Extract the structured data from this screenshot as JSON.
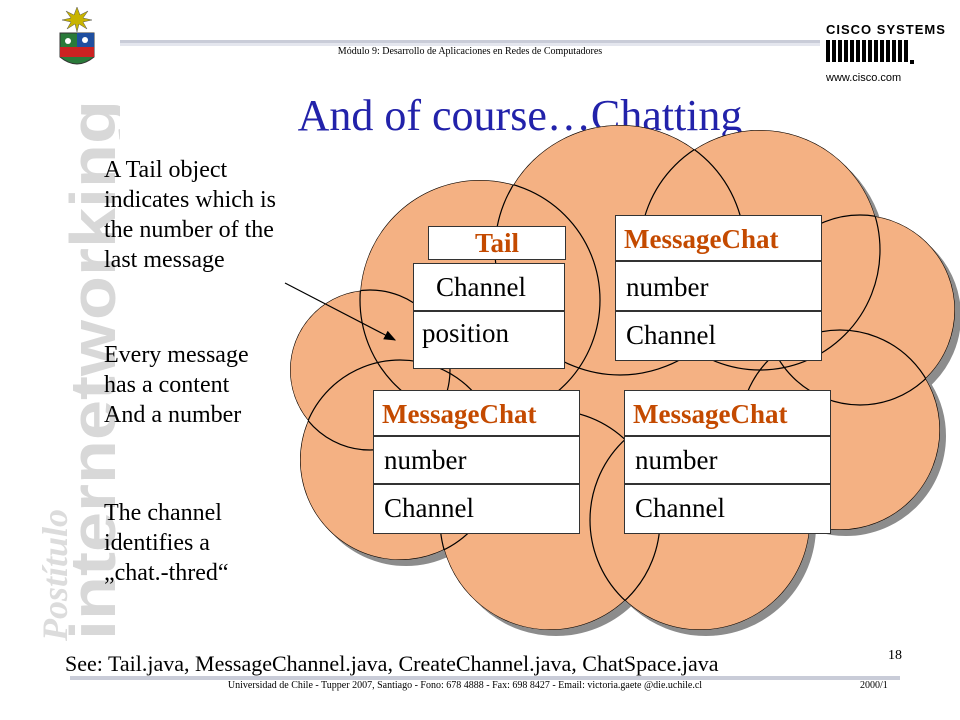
{
  "header": {
    "module_text": "Módulo 9: Desarrollo de Aplicaciones en Redes de Computadores",
    "cisco_name": "CISCO SYSTEMS",
    "cisco_url": "www.cisco.com"
  },
  "sidebar": {
    "postitulo": "Postítulo",
    "internetworking": "internetworking"
  },
  "title": "And of course…Chatting",
  "left_text": {
    "p1": [
      "A Tail object",
      "indicates which is",
      "the number of the",
      "last message"
    ],
    "p2": [
      "Every message",
      "has a content",
      "And a number"
    ],
    "p3": [
      "The channel",
      "identifies a",
      "„chat.-thred“"
    ]
  },
  "boxes": {
    "tail": {
      "title": "Tail",
      "field1": "Channel",
      "field2": "position"
    },
    "msg1": {
      "title": "MessageChat",
      "field1": "number",
      "field2": "Channel"
    },
    "msg2": {
      "title": "MessageChat",
      "field1": "number",
      "field2": "Channel"
    },
    "msg3": {
      "title": "MessageChat",
      "field1": "number",
      "field2": "Channel"
    }
  },
  "see_line": "See: Tail.java, MessageChannel.java, CreateChannel.java, ChatSpace.java",
  "page_number": "18",
  "footer": {
    "text": "Universidad de Chile - Tupper 2007, Santiago - Fono: 678 4888 - Fax: 698 8427 - Email: victoria.gaete @die.uchile.cl",
    "year": "2000/1"
  },
  "colors": {
    "cloud": "#f4b183",
    "title": "#2222aa",
    "box_title": "#c44a00"
  }
}
